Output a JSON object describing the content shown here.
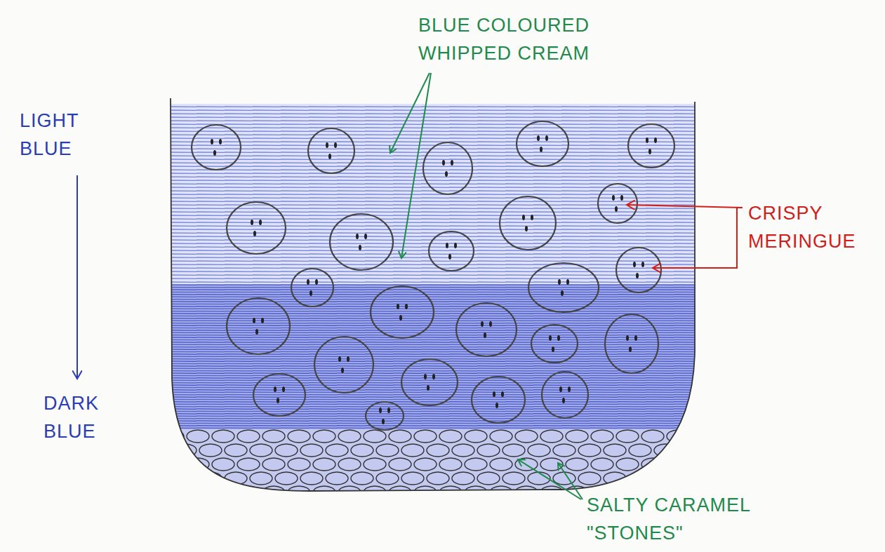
{
  "diagram": {
    "labels": [
      "BLUE COLOURED WHIPPED CREAM",
      "LIGHT BLUE",
      "DARK BLUE",
      "CRISPY MERINGUE",
      "SALTY CARAMEL \"STONES\""
    ]
  }
}
